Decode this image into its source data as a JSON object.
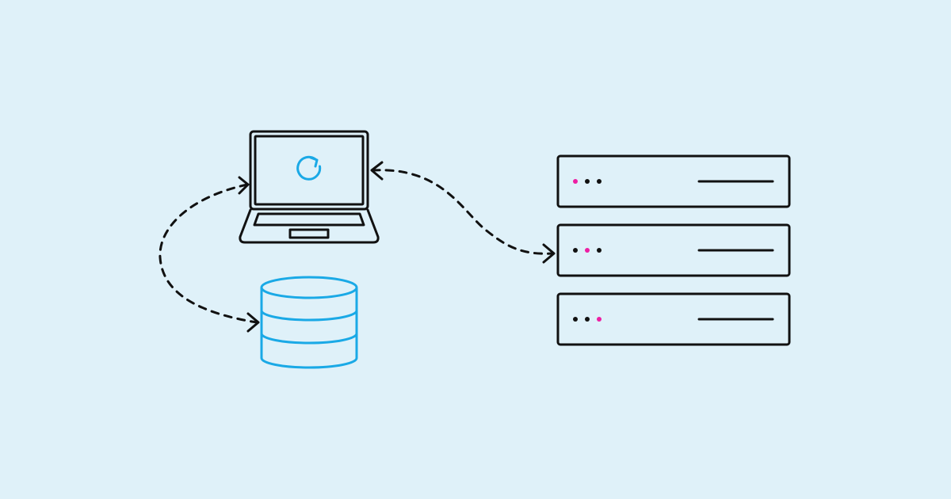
{
  "colors": {
    "background": "#dff1f9",
    "outline": "#111111",
    "accent_blue": "#1aa9e6",
    "accent_magenta": "#ee1ea3"
  },
  "icons": {
    "client": "laptop-icon",
    "client_screen": "refresh-icon",
    "storage": "database-icon",
    "servers": "server-rack-icon"
  },
  "servers": [
    {
      "name": "server-1",
      "status_lights": [
        "magenta",
        "dark",
        "dark"
      ]
    },
    {
      "name": "server-2",
      "status_lights": [
        "dark",
        "magenta",
        "dark"
      ]
    },
    {
      "name": "server-3",
      "status_lights": [
        "dark",
        "dark",
        "magenta"
      ]
    }
  ],
  "connections": [
    {
      "from": "database",
      "to": "laptop",
      "style": "dashed",
      "arrows": "both"
    },
    {
      "from": "laptop",
      "to": "server-2",
      "style": "dashed",
      "arrows": "both"
    }
  ]
}
